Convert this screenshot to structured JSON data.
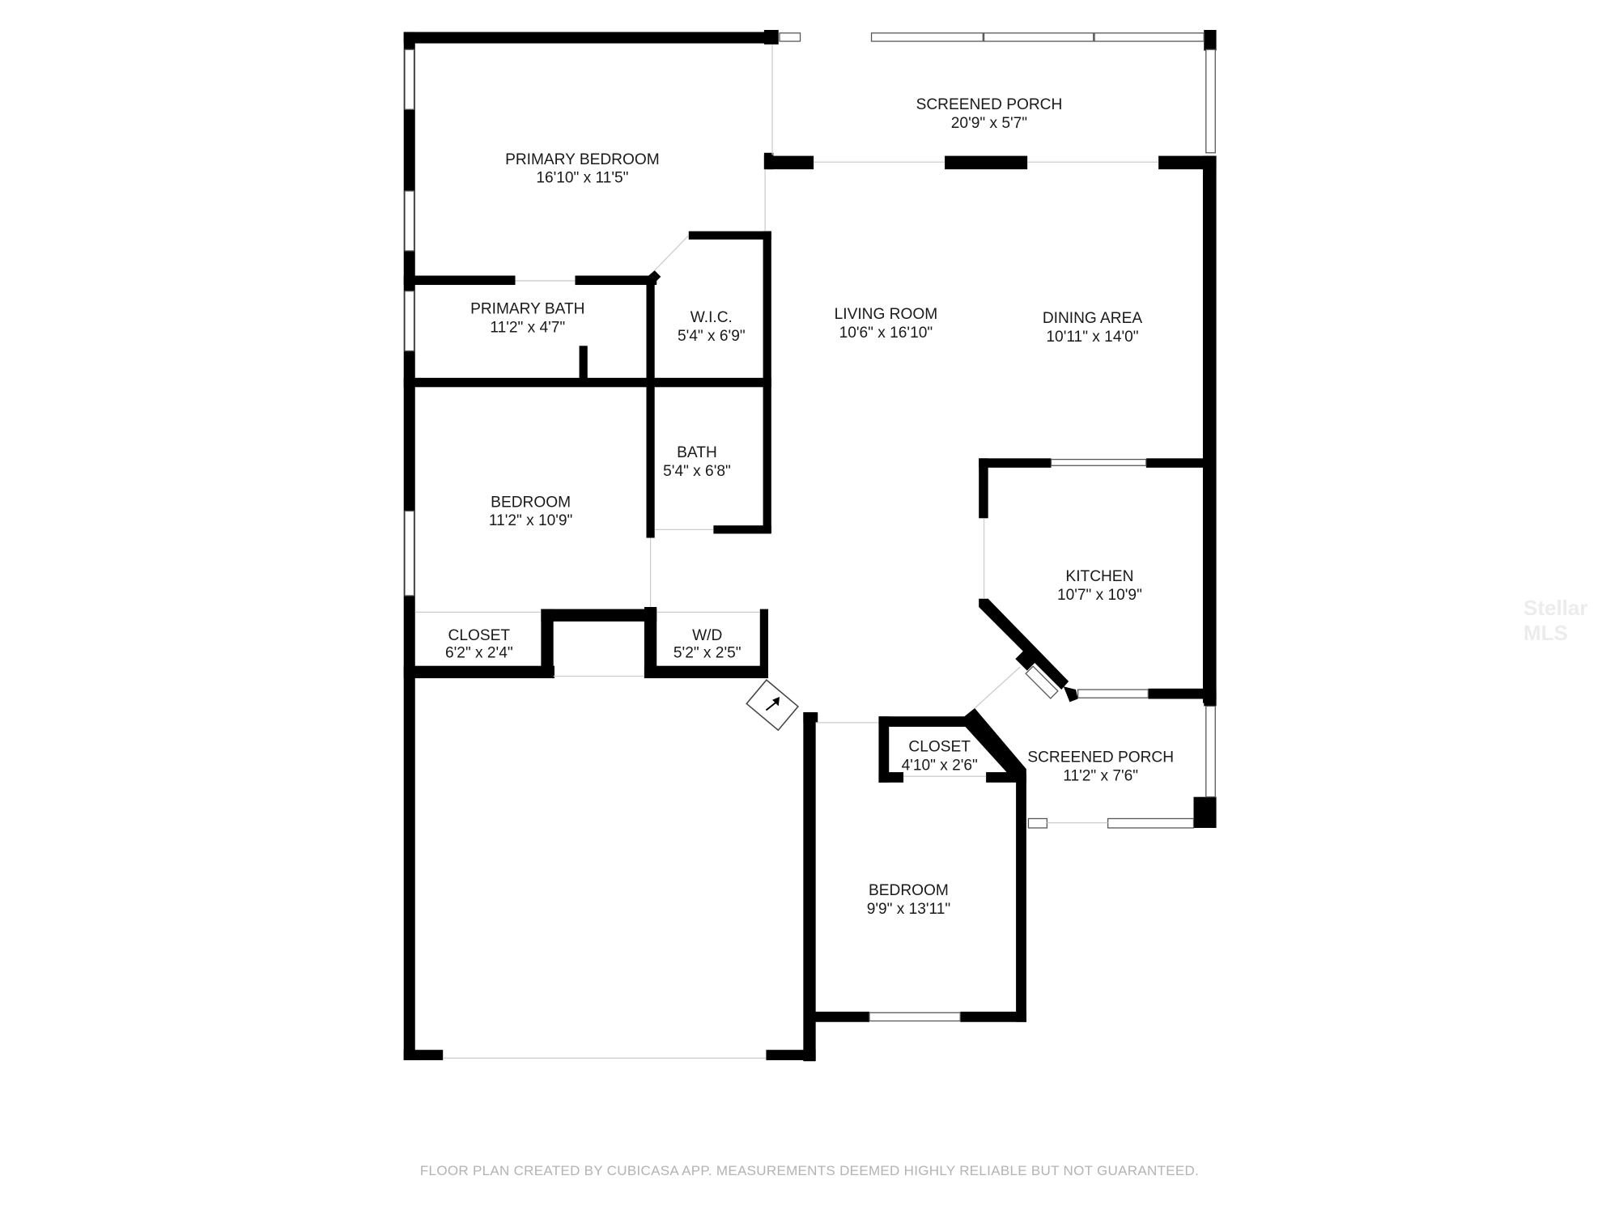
{
  "floorplan": {
    "rooms": [
      {
        "id": "primary-bedroom",
        "name": "PRIMARY BEDROOM",
        "dimensions": "16'10\" x 11'5\""
      },
      {
        "id": "screened-porch-top",
        "name": "SCREENED PORCH",
        "dimensions": "20'9\" x 5'7\""
      },
      {
        "id": "primary-bath",
        "name": "PRIMARY BATH",
        "dimensions": "11'2\" x 4'7\""
      },
      {
        "id": "wic",
        "name": "W.I.C.",
        "dimensions": "5'4\" x 6'9\""
      },
      {
        "id": "living-room",
        "name": "LIVING ROOM",
        "dimensions": "10'6\" x 16'10\""
      },
      {
        "id": "dining-area",
        "name": "DINING AREA",
        "dimensions": "10'11\" x 14'0\""
      },
      {
        "id": "bath",
        "name": "BATH",
        "dimensions": "5'4\" x 6'8\""
      },
      {
        "id": "bedroom-west",
        "name": "BEDROOM",
        "dimensions": "11'2\" x 10'9\""
      },
      {
        "id": "kitchen",
        "name": "KITCHEN",
        "dimensions": "10'7\" x 10'9\""
      },
      {
        "id": "closet-west",
        "name": "CLOSET",
        "dimensions": "6'2\" x 2'4\""
      },
      {
        "id": "wd",
        "name": "W/D",
        "dimensions": "5'2\" x 2'5\""
      },
      {
        "id": "closet-south",
        "name": "CLOSET",
        "dimensions": "4'10\" x 2'6\""
      },
      {
        "id": "screened-porch-east",
        "name": "SCREENED PORCH",
        "dimensions": "11'2\" x 7'6\""
      },
      {
        "id": "bedroom-south",
        "name": "BEDROOM",
        "dimensions": "9'9\" x 13'11\""
      }
    ],
    "wall_color": "#000000",
    "background_color": "#ffffff"
  },
  "footer": {
    "disclaimer": "FLOOR PLAN CREATED BY CUBICASA APP. MEASUREMENTS DEEMED HIGHLY RELIABLE BUT NOT GUARANTEED."
  },
  "watermark": {
    "text": "Stellar MLS"
  }
}
